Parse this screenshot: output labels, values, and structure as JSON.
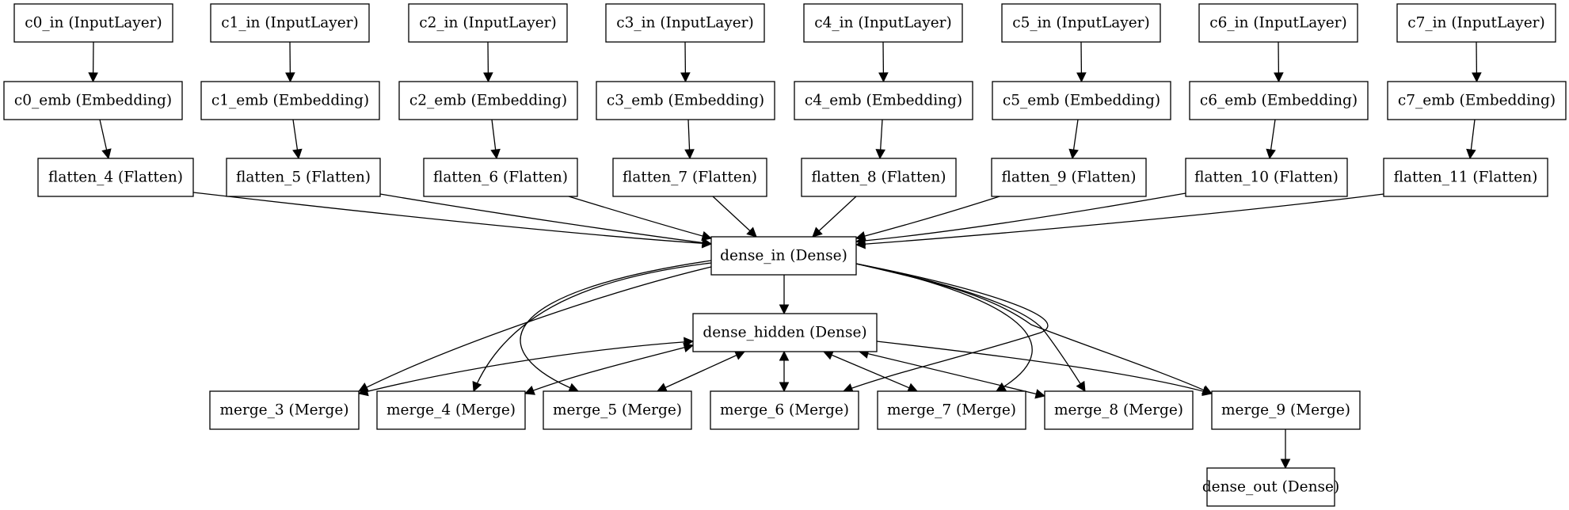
{
  "diagram": {
    "nodes": [
      {
        "id": "c0_in",
        "label": "c0_in (InputLayer)"
      },
      {
        "id": "c1_in",
        "label": "c1_in (InputLayer)"
      },
      {
        "id": "c2_in",
        "label": "c2_in (InputLayer)"
      },
      {
        "id": "c3_in",
        "label": "c3_in (InputLayer)"
      },
      {
        "id": "c4_in",
        "label": "c4_in (InputLayer)"
      },
      {
        "id": "c5_in",
        "label": "c5_in (InputLayer)"
      },
      {
        "id": "c6_in",
        "label": "c6_in (InputLayer)"
      },
      {
        "id": "c7_in",
        "label": "c7_in (InputLayer)"
      },
      {
        "id": "c0_emb",
        "label": "c0_emb (Embedding)"
      },
      {
        "id": "c1_emb",
        "label": "c1_emb (Embedding)"
      },
      {
        "id": "c2_emb",
        "label": "c2_emb (Embedding)"
      },
      {
        "id": "c3_emb",
        "label": "c3_emb (Embedding)"
      },
      {
        "id": "c4_emb",
        "label": "c4_emb (Embedding)"
      },
      {
        "id": "c5_emb",
        "label": "c5_emb (Embedding)"
      },
      {
        "id": "c6_emb",
        "label": "c6_emb (Embedding)"
      },
      {
        "id": "c7_emb",
        "label": "c7_emb (Embedding)"
      },
      {
        "id": "flatten_4",
        "label": "flatten_4 (Flatten)"
      },
      {
        "id": "flatten_5",
        "label": "flatten_5 (Flatten)"
      },
      {
        "id": "flatten_6",
        "label": "flatten_6 (Flatten)"
      },
      {
        "id": "flatten_7",
        "label": "flatten_7 (Flatten)"
      },
      {
        "id": "flatten_8",
        "label": "flatten_8 (Flatten)"
      },
      {
        "id": "flatten_9",
        "label": "flatten_9 (Flatten)"
      },
      {
        "id": "flatten_10",
        "label": "flatten_10 (Flatten)"
      },
      {
        "id": "flatten_11",
        "label": "flatten_11 (Flatten)"
      },
      {
        "id": "dense_in",
        "label": "dense_in (Dense)"
      },
      {
        "id": "dense_hidden",
        "label": "dense_hidden (Dense)"
      },
      {
        "id": "merge_3",
        "label": "merge_3 (Merge)"
      },
      {
        "id": "merge_4",
        "label": "merge_4 (Merge)"
      },
      {
        "id": "merge_5",
        "label": "merge_5 (Merge)"
      },
      {
        "id": "merge_6",
        "label": "merge_6 (Merge)"
      },
      {
        "id": "merge_7",
        "label": "merge_7 (Merge)"
      },
      {
        "id": "merge_8",
        "label": "merge_8 (Merge)"
      },
      {
        "id": "merge_9",
        "label": "merge_9 (Merge)"
      },
      {
        "id": "dense_out",
        "label": "dense_out (Dense)"
      }
    ],
    "edges": [
      {
        "from": "c0_in",
        "to": "c0_emb"
      },
      {
        "from": "c1_in",
        "to": "c1_emb"
      },
      {
        "from": "c2_in",
        "to": "c2_emb"
      },
      {
        "from": "c3_in",
        "to": "c3_emb"
      },
      {
        "from": "c4_in",
        "to": "c4_emb"
      },
      {
        "from": "c5_in",
        "to": "c5_emb"
      },
      {
        "from": "c6_in",
        "to": "c6_emb"
      },
      {
        "from": "c7_in",
        "to": "c7_emb"
      },
      {
        "from": "c0_emb",
        "to": "flatten_4"
      },
      {
        "from": "c1_emb",
        "to": "flatten_5"
      },
      {
        "from": "c2_emb",
        "to": "flatten_6"
      },
      {
        "from": "c3_emb",
        "to": "flatten_7"
      },
      {
        "from": "c4_emb",
        "to": "flatten_8"
      },
      {
        "from": "c5_emb",
        "to": "flatten_9"
      },
      {
        "from": "c6_emb",
        "to": "flatten_10"
      },
      {
        "from": "c7_emb",
        "to": "flatten_11"
      },
      {
        "from": "flatten_4",
        "to": "dense_in"
      },
      {
        "from": "flatten_5",
        "to": "dense_in"
      },
      {
        "from": "flatten_6",
        "to": "dense_in"
      },
      {
        "from": "flatten_7",
        "to": "dense_in"
      },
      {
        "from": "flatten_8",
        "to": "dense_in"
      },
      {
        "from": "flatten_9",
        "to": "dense_in"
      },
      {
        "from": "flatten_10",
        "to": "dense_in"
      },
      {
        "from": "flatten_11",
        "to": "dense_in"
      },
      {
        "from": "dense_in",
        "to": "dense_hidden"
      },
      {
        "from": "dense_in",
        "to": "merge_3"
      },
      {
        "from": "dense_hidden",
        "to": "merge_3"
      },
      {
        "from": "dense_in",
        "to": "merge_4"
      },
      {
        "from": "dense_hidden",
        "to": "merge_4"
      },
      {
        "from": "dense_in",
        "to": "merge_5"
      },
      {
        "from": "dense_hidden",
        "to": "merge_5"
      },
      {
        "from": "dense_in",
        "to": "merge_6"
      },
      {
        "from": "dense_hidden",
        "to": "merge_6"
      },
      {
        "from": "dense_in",
        "to": "merge_7"
      },
      {
        "from": "dense_hidden",
        "to": "merge_7"
      },
      {
        "from": "dense_in",
        "to": "merge_8"
      },
      {
        "from": "dense_hidden",
        "to": "merge_8"
      },
      {
        "from": "dense_in",
        "to": "merge_9"
      },
      {
        "from": "dense_hidden",
        "to": "merge_9"
      },
      {
        "from": "merge_9",
        "to": "dense_out"
      }
    ]
  }
}
